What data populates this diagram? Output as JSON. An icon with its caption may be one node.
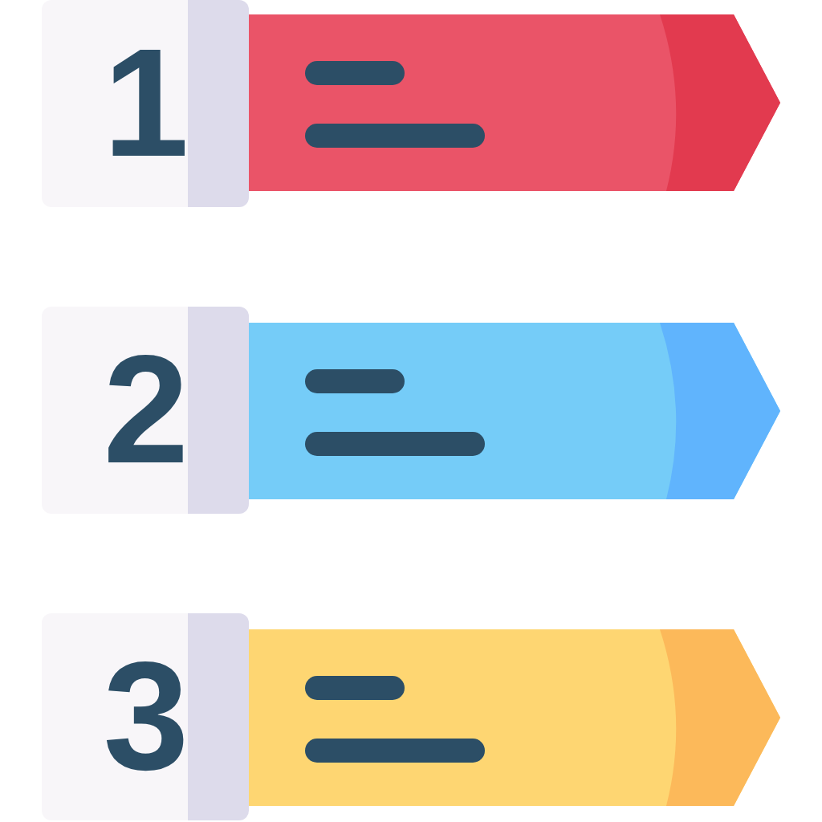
{
  "diagram": {
    "nodes": [
      {
        "text": [
          "1"
        ]
      },
      {
        "text": [],
        "shape": "bar"
      },
      {
        "text": [
          "2"
        ]
      },
      {
        "text": [],
        "shape": "bar"
      },
      {
        "text": [
          "3"
        ]
      },
      {
        "text": [],
        "shape": "bar"
      }
    ]
  }
}
